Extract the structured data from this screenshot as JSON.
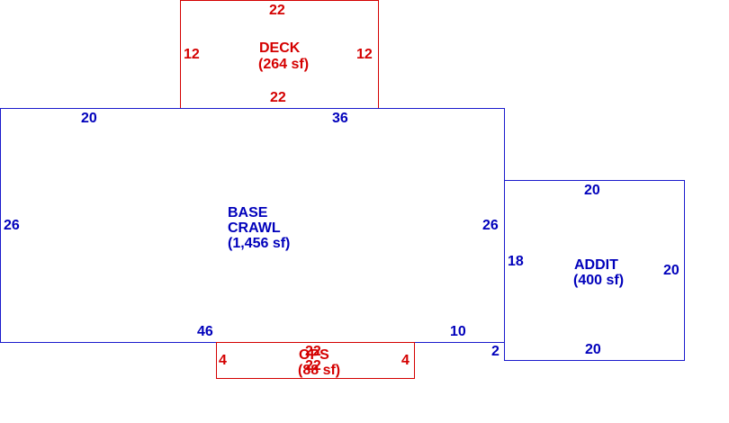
{
  "colors": {
    "deck": "#d40000",
    "ops": "#d40000",
    "base": "#0000bb",
    "addit": "#0000bb"
  },
  "deck": {
    "name": "DECK",
    "area": "(264 sf)",
    "dim_top": "22",
    "dim_bottom": "22",
    "dim_left": "12",
    "dim_right": "12"
  },
  "base": {
    "name_line1": "BASE",
    "name_line2": "CRAWL",
    "area": "(1,456 sf)",
    "dim_top_left": "20",
    "dim_top_right": "36",
    "dim_left": "26",
    "dim_right": "26",
    "dim_bottom_left": "46",
    "dim_bottom_right": "10"
  },
  "addit": {
    "name": "ADDIT",
    "area": "(400 sf)",
    "dim_top": "20",
    "dim_bottom": "20",
    "dim_left": "18",
    "dim_right": "20",
    "dim_offset": "2"
  },
  "ops": {
    "name": "OPS",
    "area": "(88 sf)",
    "dim_top": "22",
    "dim_bottom": "22",
    "dim_left": "4",
    "dim_right": "4"
  }
}
